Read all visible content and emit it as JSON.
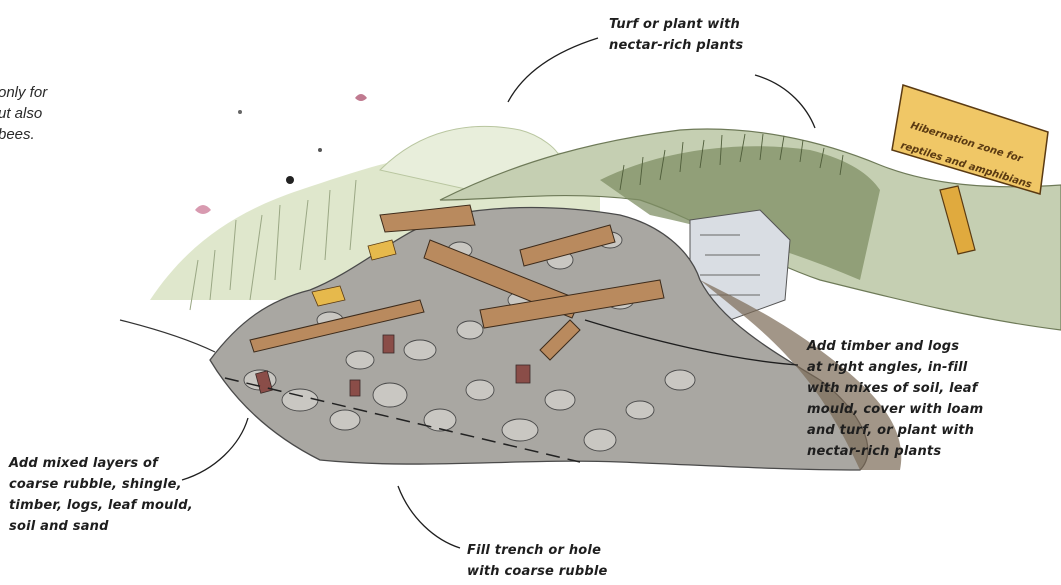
{
  "intro_text": [
    "only for",
    "ut also",
    "bees."
  ],
  "sign": {
    "lines": [
      "Hibernation zone for",
      "reptiles and amphibians"
    ]
  },
  "callouts": {
    "turf": [
      "Turf or plant with",
      "nectar-rich plants"
    ],
    "timber": [
      "Add timber and logs",
      "at right angles, in-fill",
      "with mixes of soil, leaf",
      "mould, cover with loam",
      "and turf, or plant with",
      "nectar-rich plants"
    ],
    "layers": [
      "Add mixed layers of",
      "coarse rubble, shingle,",
      "timber, logs, leaf mould,",
      "soil and sand"
    ],
    "trench": [
      "Fill trench or hole",
      "with coarse rubble"
    ]
  },
  "colors": {
    "grass": "#8fa06a",
    "rubble": "#a9a7a2",
    "timber": "#b98a5e",
    "sign": "#f0c766",
    "soil": "#7a6a55"
  }
}
